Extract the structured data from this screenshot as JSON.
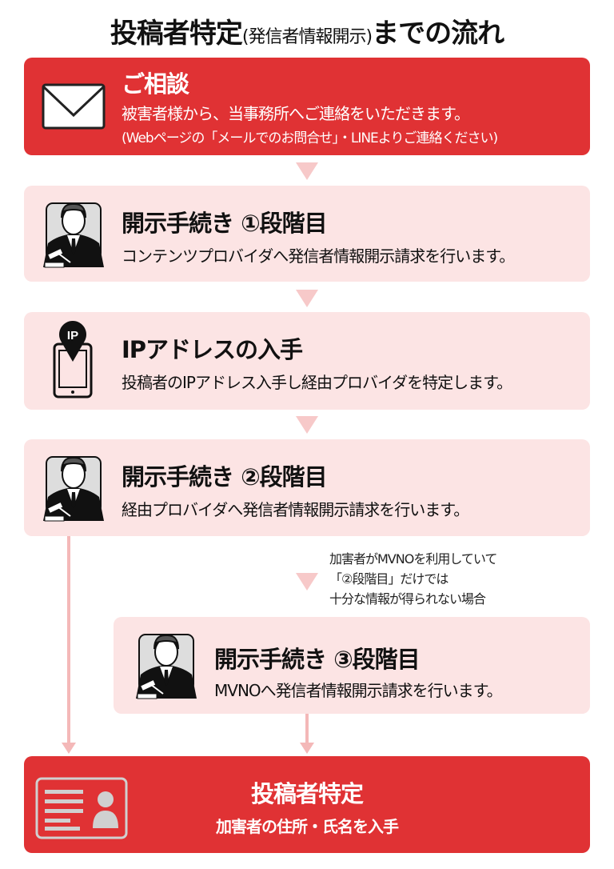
{
  "title": {
    "main": "投稿者特定",
    "sub": "(発信者情報開示)",
    "tail": "までの流れ"
  },
  "steps": [
    {
      "icon": "envelope-icon",
      "heading": "ご相談",
      "desc": "被害者様から、当事務所へご連絡をいただきます。",
      "note": "(Webページの「メールでのお問合せ」・LINEよりご連絡ください)"
    },
    {
      "icon": "lawyer-icon",
      "heading": "開示手続き ①段階目",
      "desc": "コンテンツプロバイダへ発信者情報開示請求を行います。"
    },
    {
      "icon": "phone-ip-icon",
      "icon_label": "IP",
      "heading": "IPアドレスの入手",
      "desc": "投稿者のIPアドレス入手し経由プロバイダを特定します。"
    },
    {
      "icon": "lawyer-icon",
      "heading": "開示手続き ②段階目",
      "desc": "経由プロバイダへ発信者情報開示請求を行います。"
    },
    {
      "icon": "lawyer-icon",
      "heading": "開示手続き ③段階目",
      "desc": "MVNOへ発信者情報開示請求を行います。"
    },
    {
      "icon": "id-card-icon",
      "heading": "投稿者特定",
      "desc": "加害者の住所・氏名を入手"
    }
  ],
  "condition_note": [
    "加害者がMVNOを利用していて",
    "「②段階目」だけでは",
    "十分な情報が得られない場合"
  ],
  "colors": {
    "red": "#e03234",
    "pink": "#fce4e4",
    "arrow": "#f7c9c9"
  }
}
